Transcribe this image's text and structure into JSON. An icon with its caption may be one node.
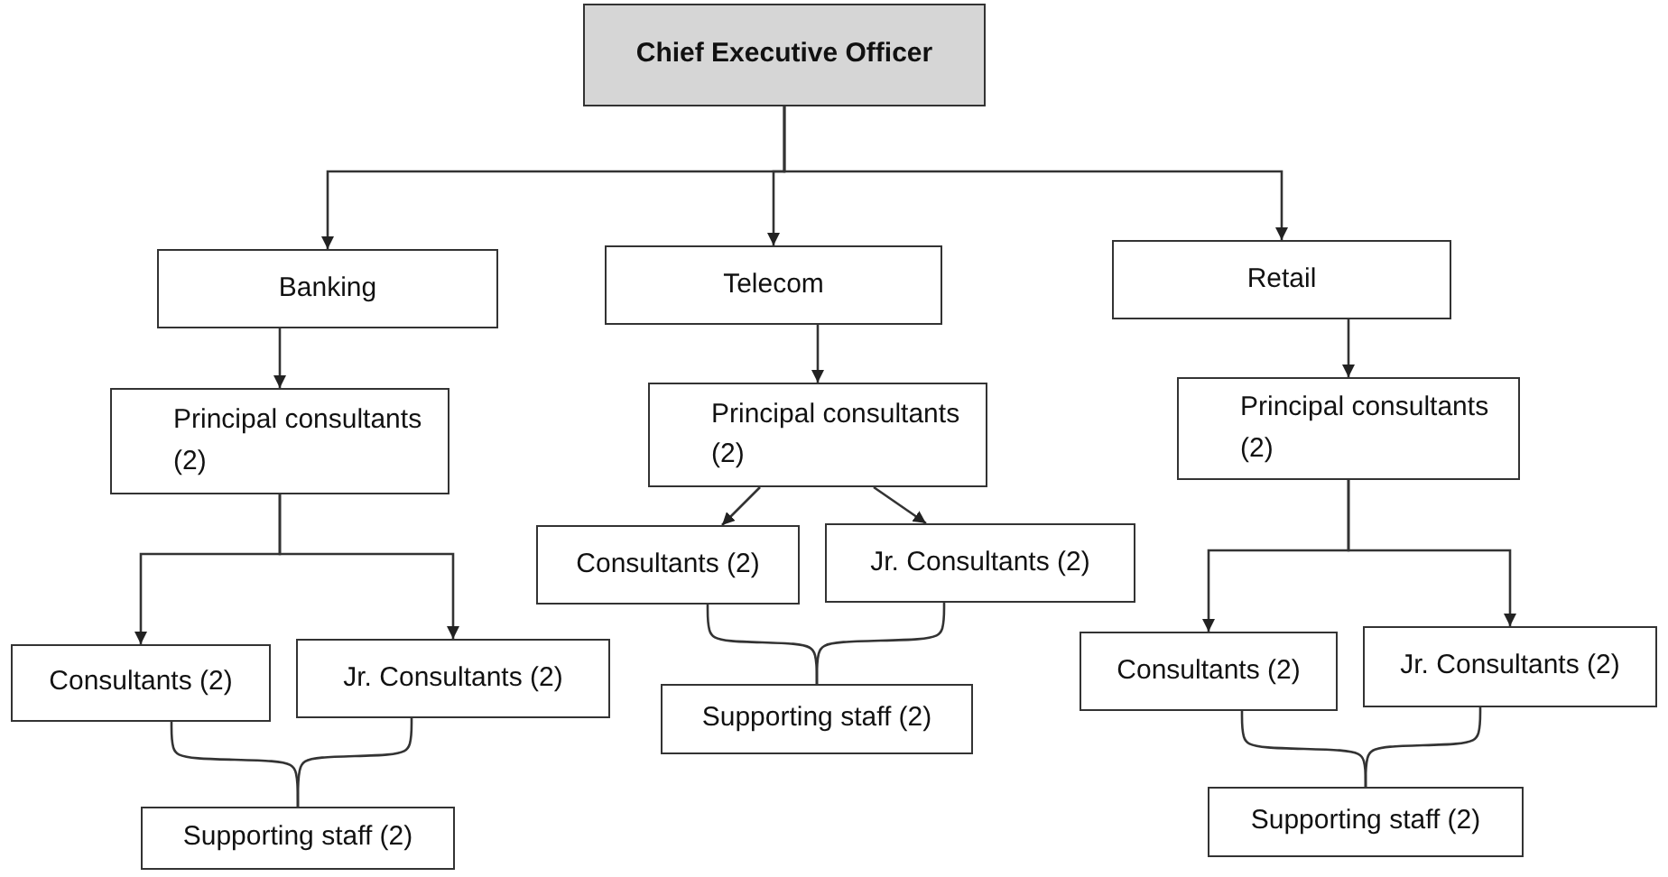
{
  "diagram": {
    "nodes": [
      {
        "text": [
          "Chief Executive Officer"
        ]
      },
      {
        "text": [
          "Banking"
        ]
      },
      {
        "text": [
          "Telecom"
        ]
      },
      {
        "text": [
          "Retail"
        ]
      },
      {
        "text": [
          "Principal consultants (2)"
        ]
      },
      {
        "text": [
          "Consultants (2)"
        ]
      },
      {
        "text": [
          "Jr. Consultants (2)"
        ]
      },
      {
        "text": [
          "Supporting staff (2)"
        ]
      },
      {
        "text": [
          "Principal consultants (2)"
        ]
      },
      {
        "text": [
          "Consultants (2)"
        ]
      },
      {
        "text": [
          "Jr. Consultants (2)"
        ]
      },
      {
        "text": [
          "Supporting staff (2)"
        ]
      },
      {
        "text": [
          "Principal consultants (2)"
        ]
      },
      {
        "text": [
          "Consultants (2)"
        ]
      },
      {
        "text": [
          "Jr. Consultants (2)"
        ]
      },
      {
        "text": [
          "Supporting staff (2)"
        ]
      }
    ],
    "edges": [
      {
        "from": 0,
        "to": 1,
        "arrow": "to"
      },
      {
        "from": 0,
        "to": 2,
        "arrow": "to"
      },
      {
        "from": 0,
        "to": 3,
        "arrow": "to"
      },
      {
        "from": 1,
        "to": 4,
        "arrow": "to"
      },
      {
        "from": 4,
        "to": 5,
        "arrow": "to"
      },
      {
        "from": 4,
        "to": 6,
        "arrow": "to"
      },
      {
        "from": 5,
        "to": 7,
        "arrow": "none"
      },
      {
        "from": 6,
        "to": 7,
        "arrow": "none"
      },
      {
        "from": 2,
        "to": 8,
        "arrow": "to"
      },
      {
        "from": 8,
        "to": 9,
        "arrow": "to"
      },
      {
        "from": 8,
        "to": 10,
        "arrow": "to"
      },
      {
        "from": 9,
        "to": 11,
        "arrow": "none"
      },
      {
        "from": 10,
        "to": 11,
        "arrow": "none"
      },
      {
        "from": 3,
        "to": 12,
        "arrow": "to"
      },
      {
        "from": 12,
        "to": 13,
        "arrow": "to"
      },
      {
        "from": 12,
        "to": 14,
        "arrow": "to"
      },
      {
        "from": 13,
        "to": 15,
        "arrow": "none"
      },
      {
        "from": 14,
        "to": 15,
        "arrow": "none"
      }
    ]
  }
}
